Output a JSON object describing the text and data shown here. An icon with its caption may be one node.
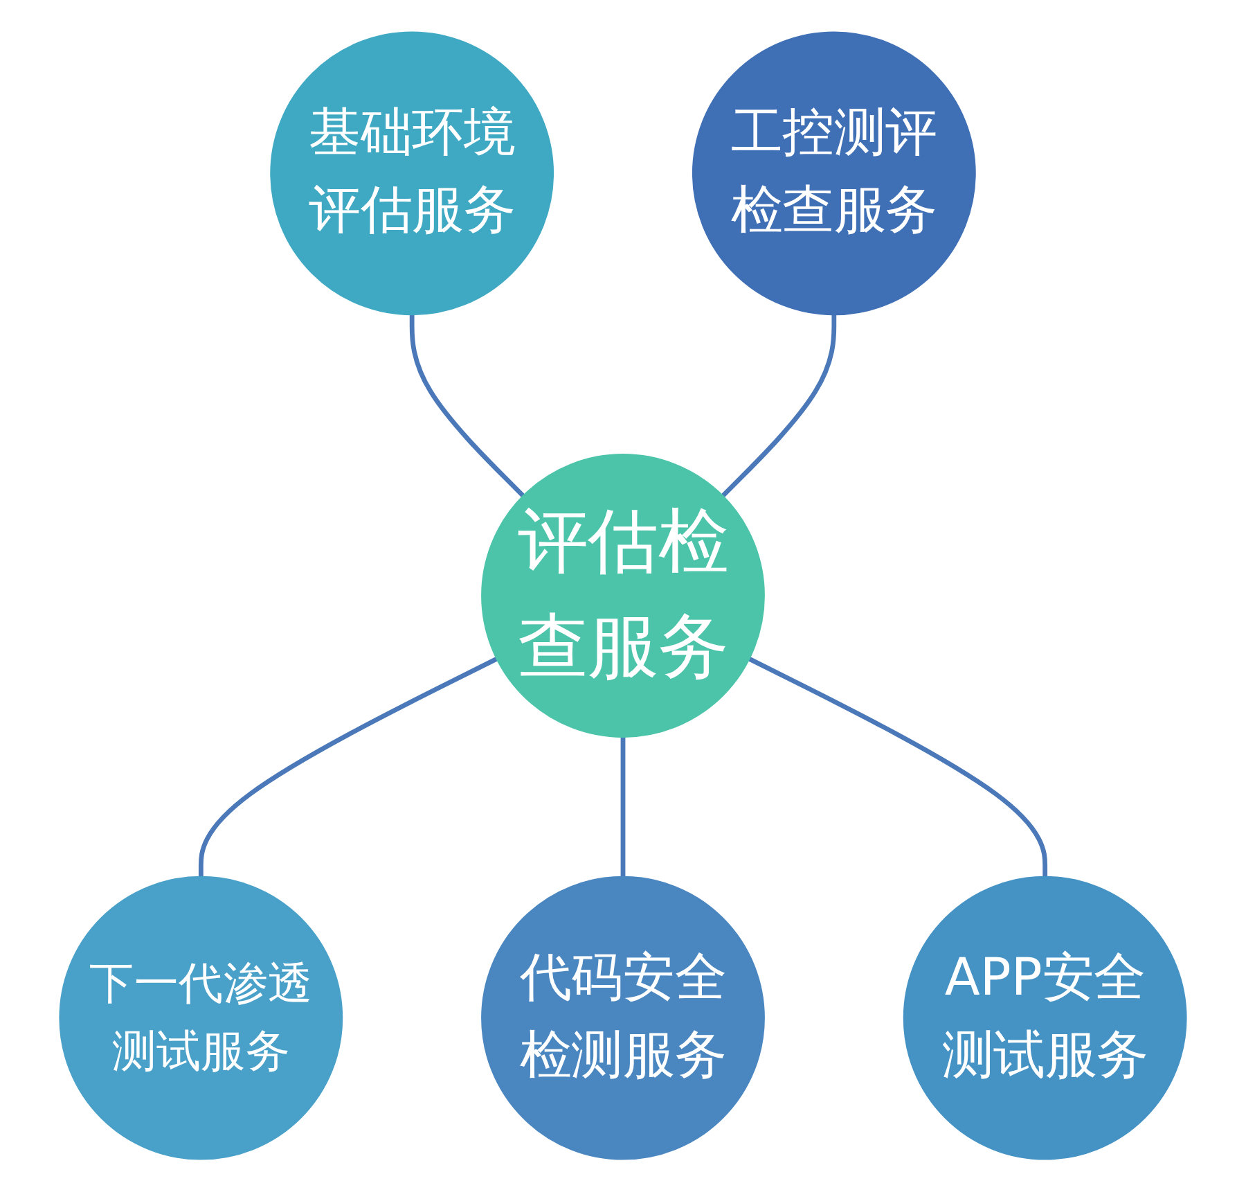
{
  "diagram": {
    "nodes": [
      {
        "text": [
          "基础环境评估服务"
        ]
      },
      {
        "text": [
          "工控测评检查服务"
        ]
      },
      {
        "text": [
          "评估检查服务"
        ]
      },
      {
        "text": [
          "下一代渗透测试服务"
        ]
      },
      {
        "text": [
          "代码安全检测服务"
        ]
      },
      {
        "text": [
          "APP安全测试服务"
        ]
      }
    ],
    "edges": [
      {
        "from": 0,
        "to": 2,
        "arrow": "none"
      },
      {
        "from": 1,
        "to": 2,
        "arrow": "none"
      },
      {
        "from": 2,
        "to": 3,
        "arrow": "none"
      },
      {
        "from": 2,
        "to": 4,
        "arrow": "none"
      },
      {
        "from": 2,
        "to": 5,
        "arrow": "none"
      }
    ]
  }
}
